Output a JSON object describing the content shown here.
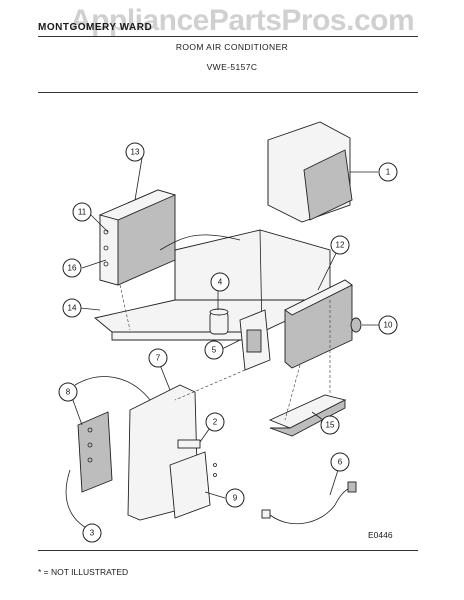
{
  "header": {
    "brand": "MONTGOMERY WARD",
    "watermark": "AppliancePartsPros.com",
    "title": "ROOM AIR CONDITIONER",
    "model": "VWE-5157C"
  },
  "callouts": [
    "1",
    "2",
    "3",
    "4",
    "5",
    "6",
    "7",
    "8",
    "9",
    "10",
    "11",
    "12",
    "13",
    "14",
    "15",
    "16"
  ],
  "footer": {
    "drawing_code": "E0446",
    "note": "* = NOT ILLUSTRATED"
  }
}
